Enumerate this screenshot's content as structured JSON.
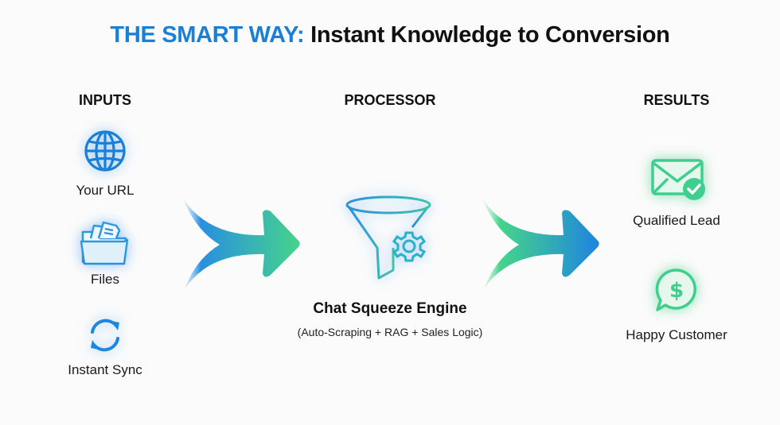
{
  "title": {
    "accent": "THE SMART WAY:",
    "rest": " Instant Knowledge to Conversion"
  },
  "columns": {
    "inputs": {
      "heading": "INPUTS",
      "items": [
        {
          "label": "Your URL",
          "icon": "globe-icon"
        },
        {
          "label": "Files",
          "icon": "folder-files-icon"
        },
        {
          "label": "Instant Sync",
          "icon": "sync-icon"
        }
      ]
    },
    "processor": {
      "heading": "PROCESSOR",
      "name": "Chat Squeeze Engine",
      "subtitle": "(Auto-Scraping + RAG + Sales Logic)",
      "icon": "funnel-gear-icon"
    },
    "results": {
      "heading": "RESULTS",
      "items": [
        {
          "label": "Qualified Lead",
          "icon": "mail-check-icon"
        },
        {
          "label": "Happy Customer",
          "icon": "dollar-chat-icon"
        }
      ]
    }
  },
  "colors": {
    "blue": "#1a7fd6",
    "green": "#3ecf8e",
    "text": "#111111",
    "background": "#fbfbfb"
  }
}
